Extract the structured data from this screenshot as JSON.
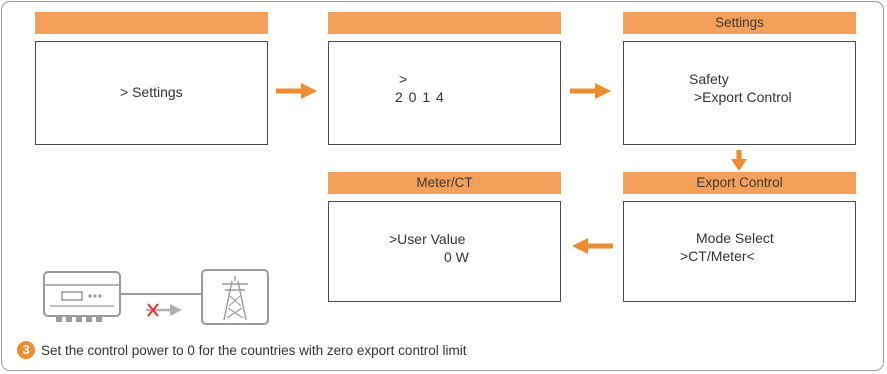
{
  "screens": [
    {
      "id": "s1",
      "header": "",
      "lines": [
        "> Settings"
      ]
    },
    {
      "id": "s2",
      "header": "",
      "lines": [
        ">",
        "2 0 1 4"
      ]
    },
    {
      "id": "s3",
      "header": "Settings",
      "lines": [
        "Safety",
        ">Export Control"
      ]
    },
    {
      "id": "s4",
      "header": "Export Control",
      "lines": [
        "Mode Select",
        ">CT/Meter<"
      ]
    },
    {
      "id": "s5",
      "header": "Meter/CT",
      "lines": [
        ">User Value",
        "0 W"
      ]
    }
  ],
  "step": {
    "number": "3",
    "text": "Set the control power to 0 for the countries with zero export control limit"
  },
  "colors": {
    "accent": "#f28a2e",
    "header": "#f5a05a",
    "border": "#4a4a4a",
    "icon_gray": "#9b9b9b",
    "cross": "#e8332a"
  },
  "icons": [
    "inverter-icon",
    "grid-tower-icon",
    "blocked-export-arrow-icon"
  ]
}
